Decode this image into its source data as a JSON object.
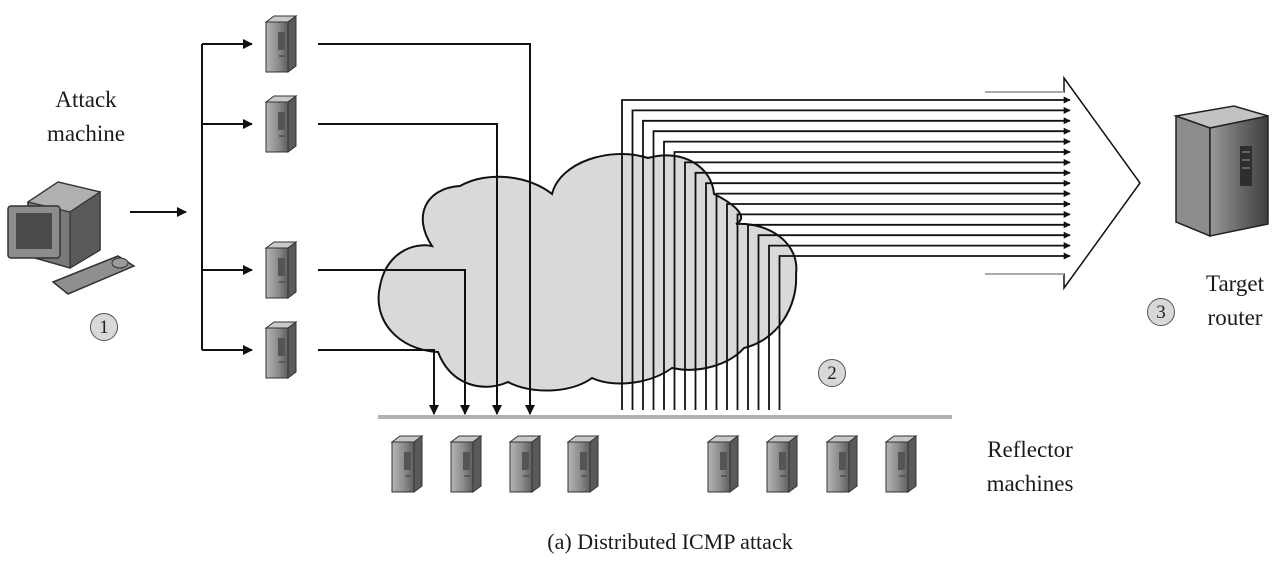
{
  "attack_machine": {
    "line1": "Attack",
    "line2": "machine",
    "marker": "1"
  },
  "reflector_machines": {
    "line1": "Reflector",
    "line2": "machines",
    "marker": "2"
  },
  "target_router": {
    "line1": "Target",
    "line2": "router",
    "marker": "3"
  },
  "caption": "(a) Distributed ICMP attack",
  "colors": {
    "cloud": "#d9d9d9",
    "server": "#8a8a8a",
    "line": "#111111",
    "bus": "#b3b3b3"
  }
}
